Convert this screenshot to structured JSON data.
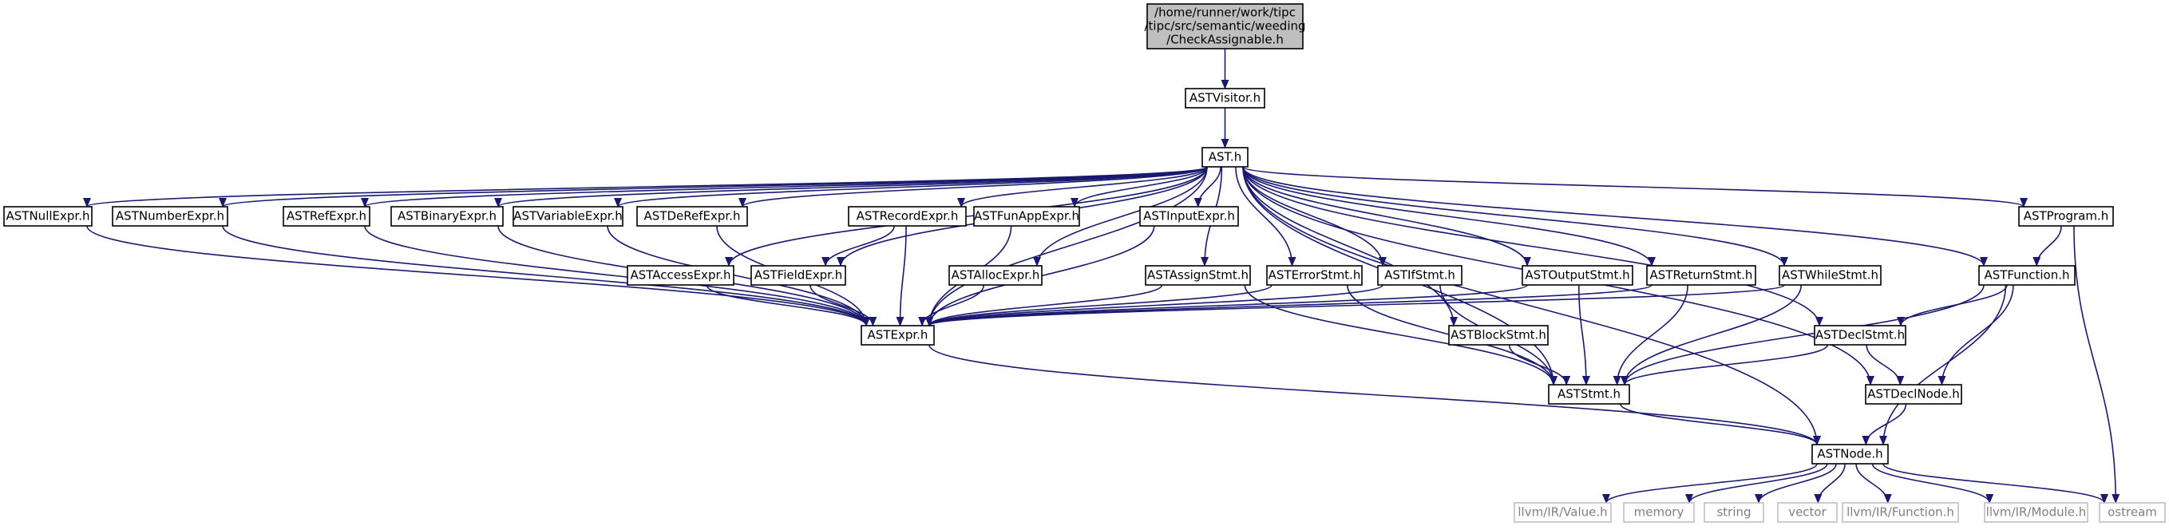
{
  "graph": {
    "colors": {
      "edge": "#191970",
      "node_border": "#000000",
      "node_fill": "#ffffff",
      "root_fill": "#bfbfbf",
      "external_border": "#bfbfbf",
      "external_text": "#7f7f7f"
    },
    "nodes": [
      {
        "id": "root",
        "lines": [
          "/home/runner/work/tipc",
          "/tipc/src/semantic/weeding",
          "/CheckAssignable.h"
        ],
        "kind": "root"
      },
      {
        "id": "astvisitor",
        "lines": [
          "ASTVisitor.h"
        ],
        "kind": "normal"
      },
      {
        "id": "ast",
        "lines": [
          "AST.h"
        ],
        "kind": "normal"
      },
      {
        "id": "astnullexpr",
        "lines": [
          "ASTNullExpr.h"
        ],
        "kind": "normal"
      },
      {
        "id": "astnumberexpr",
        "lines": [
          "ASTNumberExpr.h"
        ],
        "kind": "normal"
      },
      {
        "id": "astrefexpr",
        "lines": [
          "ASTRefExpr.h"
        ],
        "kind": "normal"
      },
      {
        "id": "astbinaryexpr",
        "lines": [
          "ASTBinaryExpr.h"
        ],
        "kind": "normal"
      },
      {
        "id": "astvariableexpr",
        "lines": [
          "ASTVariableExpr.h"
        ],
        "kind": "normal"
      },
      {
        "id": "astderefexpr",
        "lines": [
          "ASTDeRefExpr.h"
        ],
        "kind": "normal"
      },
      {
        "id": "astrecordexpr",
        "lines": [
          "ASTRecordExpr.h"
        ],
        "kind": "normal"
      },
      {
        "id": "astfunappexpr",
        "lines": [
          "ASTFunAppExpr.h"
        ],
        "kind": "normal"
      },
      {
        "id": "astinputexpr",
        "lines": [
          "ASTInputExpr.h"
        ],
        "kind": "normal"
      },
      {
        "id": "astprogram",
        "lines": [
          "ASTProgram.h"
        ],
        "kind": "normal"
      },
      {
        "id": "astaccessexpr",
        "lines": [
          "ASTAccessExpr.h"
        ],
        "kind": "normal"
      },
      {
        "id": "astfieldexpr",
        "lines": [
          "ASTFieldExpr.h"
        ],
        "kind": "normal"
      },
      {
        "id": "astallocexpr",
        "lines": [
          "ASTAllocExpr.h"
        ],
        "kind": "normal"
      },
      {
        "id": "astassignstmt",
        "lines": [
          "ASTAssignStmt.h"
        ],
        "kind": "normal"
      },
      {
        "id": "asterrorstmt",
        "lines": [
          "ASTErrorStmt.h"
        ],
        "kind": "normal"
      },
      {
        "id": "astifstmt",
        "lines": [
          "ASTIfStmt.h"
        ],
        "kind": "normal"
      },
      {
        "id": "astoutputstmt",
        "lines": [
          "ASTOutputStmt.h"
        ],
        "kind": "normal"
      },
      {
        "id": "astreturnstmt",
        "lines": [
          "ASTReturnStmt.h"
        ],
        "kind": "normal"
      },
      {
        "id": "astwhilestmt",
        "lines": [
          "ASTWhileStmt.h"
        ],
        "kind": "normal"
      },
      {
        "id": "astfunction",
        "lines": [
          "ASTFunction.h"
        ],
        "kind": "normal"
      },
      {
        "id": "astexpr",
        "lines": [
          "ASTExpr.h"
        ],
        "kind": "normal"
      },
      {
        "id": "astblockstmt",
        "lines": [
          "ASTBlockStmt.h"
        ],
        "kind": "normal"
      },
      {
        "id": "astdeclstmt",
        "lines": [
          "ASTDeclStmt.h"
        ],
        "kind": "normal"
      },
      {
        "id": "aststmt",
        "lines": [
          "ASTStmt.h"
        ],
        "kind": "normal"
      },
      {
        "id": "astdeclnode",
        "lines": [
          "ASTDeclNode.h"
        ],
        "kind": "normal"
      },
      {
        "id": "astnode",
        "lines": [
          "ASTNode.h"
        ],
        "kind": "normal"
      },
      {
        "id": "llvmvalue",
        "lines": [
          "llvm/IR/Value.h"
        ],
        "kind": "external"
      },
      {
        "id": "memory",
        "lines": [
          "memory"
        ],
        "kind": "external"
      },
      {
        "id": "string",
        "lines": [
          "string"
        ],
        "kind": "external"
      },
      {
        "id": "vector",
        "lines": [
          "vector"
        ],
        "kind": "external"
      },
      {
        "id": "llvmfunction",
        "lines": [
          "llvm/IR/Function.h"
        ],
        "kind": "external"
      },
      {
        "id": "llvmmodule",
        "lines": [
          "llvm/IR/Module.h"
        ],
        "kind": "external"
      },
      {
        "id": "ostream",
        "lines": [
          "ostream"
        ],
        "kind": "external"
      }
    ],
    "edges": [
      [
        "root",
        "astvisitor"
      ],
      [
        "astvisitor",
        "ast"
      ],
      [
        "ast",
        "astnullexpr"
      ],
      [
        "ast",
        "astnumberexpr"
      ],
      [
        "ast",
        "astrefexpr"
      ],
      [
        "ast",
        "astbinaryexpr"
      ],
      [
        "ast",
        "astvariableexpr"
      ],
      [
        "ast",
        "astderefexpr"
      ],
      [
        "ast",
        "astrecordexpr"
      ],
      [
        "ast",
        "astfunappexpr"
      ],
      [
        "ast",
        "astinputexpr"
      ],
      [
        "ast",
        "astprogram"
      ],
      [
        "ast",
        "astaccessexpr"
      ],
      [
        "ast",
        "astfieldexpr"
      ],
      [
        "ast",
        "astallocexpr"
      ],
      [
        "ast",
        "astassignstmt"
      ],
      [
        "ast",
        "asterrorstmt"
      ],
      [
        "ast",
        "astifstmt"
      ],
      [
        "ast",
        "astoutputstmt"
      ],
      [
        "ast",
        "astreturnstmt"
      ],
      [
        "ast",
        "astwhilestmt"
      ],
      [
        "ast",
        "astfunction"
      ],
      [
        "ast",
        "astexpr"
      ],
      [
        "ast",
        "astblockstmt"
      ],
      [
        "ast",
        "astdeclstmt"
      ],
      [
        "ast",
        "aststmt"
      ],
      [
        "ast",
        "astdeclnode"
      ],
      [
        "ast",
        "astnode"
      ],
      [
        "astnullexpr",
        "astexpr"
      ],
      [
        "astnumberexpr",
        "astexpr"
      ],
      [
        "astrefexpr",
        "astexpr"
      ],
      [
        "astbinaryexpr",
        "astexpr"
      ],
      [
        "astvariableexpr",
        "astexpr"
      ],
      [
        "astderefexpr",
        "astexpr"
      ],
      [
        "astrecordexpr",
        "astfieldexpr"
      ],
      [
        "astrecordexpr",
        "astexpr"
      ],
      [
        "astfunappexpr",
        "astexpr"
      ],
      [
        "astinputexpr",
        "astexpr"
      ],
      [
        "astaccessexpr",
        "astexpr"
      ],
      [
        "astfieldexpr",
        "astexpr"
      ],
      [
        "astallocexpr",
        "astexpr"
      ],
      [
        "astassignstmt",
        "astexpr"
      ],
      [
        "astassignstmt",
        "aststmt"
      ],
      [
        "asterrorstmt",
        "astexpr"
      ],
      [
        "asterrorstmt",
        "aststmt"
      ],
      [
        "astifstmt",
        "astexpr"
      ],
      [
        "astifstmt",
        "aststmt"
      ],
      [
        "astoutputstmt",
        "astexpr"
      ],
      [
        "astoutputstmt",
        "aststmt"
      ],
      [
        "astreturnstmt",
        "astexpr"
      ],
      [
        "astreturnstmt",
        "aststmt"
      ],
      [
        "astwhilestmt",
        "astexpr"
      ],
      [
        "astwhilestmt",
        "aststmt"
      ],
      [
        "astblockstmt",
        "aststmt"
      ],
      [
        "astprogram",
        "astfunction"
      ],
      [
        "astprogram",
        "ostream"
      ],
      [
        "astfunction",
        "astdeclstmt"
      ],
      [
        "astfunction",
        "aststmt"
      ],
      [
        "astfunction",
        "astdeclnode"
      ],
      [
        "astfunction",
        "astnode"
      ],
      [
        "astdeclstmt",
        "aststmt"
      ],
      [
        "astdeclstmt",
        "astdeclnode"
      ],
      [
        "astexpr",
        "astnode"
      ],
      [
        "aststmt",
        "astnode"
      ],
      [
        "astdeclnode",
        "astnode"
      ],
      [
        "astnode",
        "llvmvalue"
      ],
      [
        "astnode",
        "memory"
      ],
      [
        "astnode",
        "string"
      ],
      [
        "astnode",
        "vector"
      ],
      [
        "astnode",
        "llvmfunction"
      ],
      [
        "astnode",
        "llvmmodule"
      ],
      [
        "astnode",
        "ostream"
      ]
    ]
  }
}
